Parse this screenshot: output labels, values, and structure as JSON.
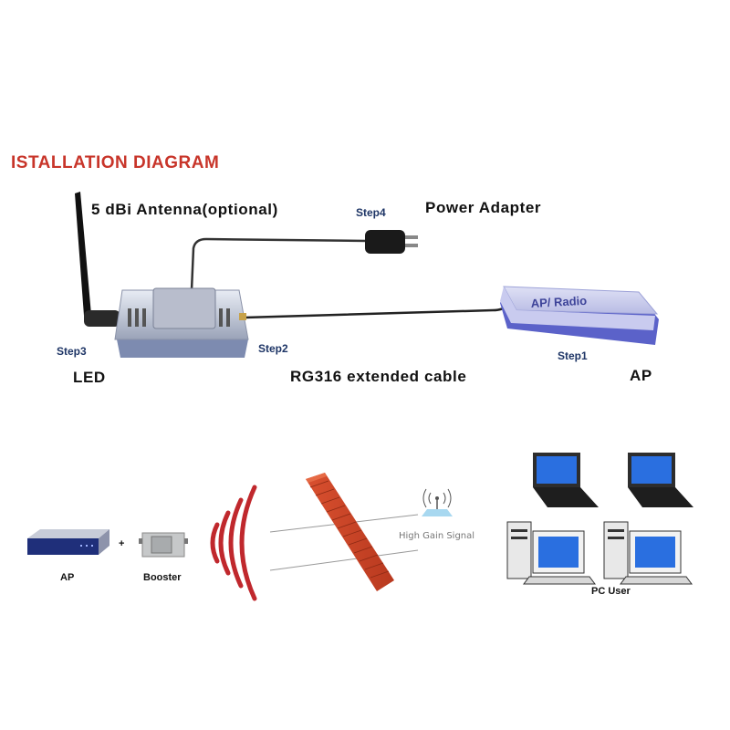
{
  "title": "ISTALLATION DIAGRAM",
  "top_diagram": {
    "antenna_label": "5 dBi Antenna(optional)",
    "step4_label": "Step4",
    "power_adapter_label": "Power Adapter",
    "ap_radio_text": "AP/ Radio",
    "step3_label": "Step3",
    "step2_label": "Step2",
    "step1_label": "Step1",
    "led_label": "LED",
    "cable_label": "RG316 extended cable",
    "ap_label": "AP"
  },
  "bottom_diagram": {
    "ap_label": "AP",
    "plus_sign": "+",
    "booster_label": "Booster",
    "signal_label": "High Gain Signal",
    "pc_user_label": "PC User"
  },
  "colors": {
    "title": "#c8352a",
    "step": "#1e3566",
    "wave": "#c0282d",
    "wall": "#c9432a",
    "ap_device": "#8a8fd6"
  }
}
